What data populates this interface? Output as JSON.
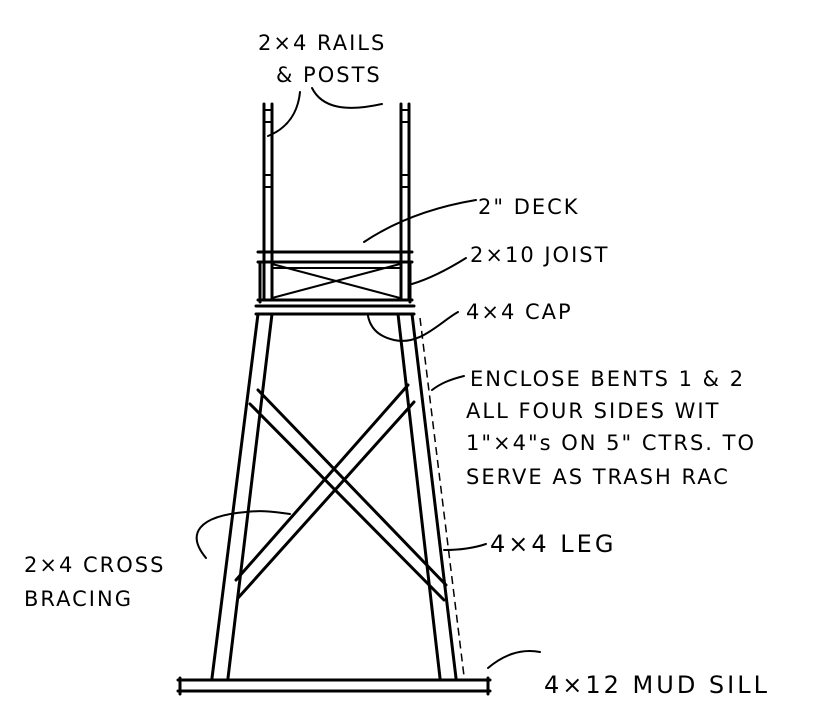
{
  "labels": {
    "rails_line1": "2×4 RAILS",
    "rails_line2": "& POSTS",
    "deck": "2\" DECK",
    "joist": "2×10 JOIST",
    "cap": "4×4 CAP",
    "enclose_line1": "ENCLOSE BENTS 1 & 2",
    "enclose_line2": "ALL FOUR SIDES WIT",
    "enclose_line3": "1\"×4\"s ON 5\" CTRS. TO",
    "enclose_line4": "SERVE AS TRASH RAC",
    "leg": "4×4 LEG",
    "bracing_line1": "2×4 CROSS",
    "bracing_line2": "BRACING",
    "mud_sill": "4×12 MUD SILL"
  },
  "colors": {
    "ink": "#000000",
    "paper": "#ffffff"
  }
}
